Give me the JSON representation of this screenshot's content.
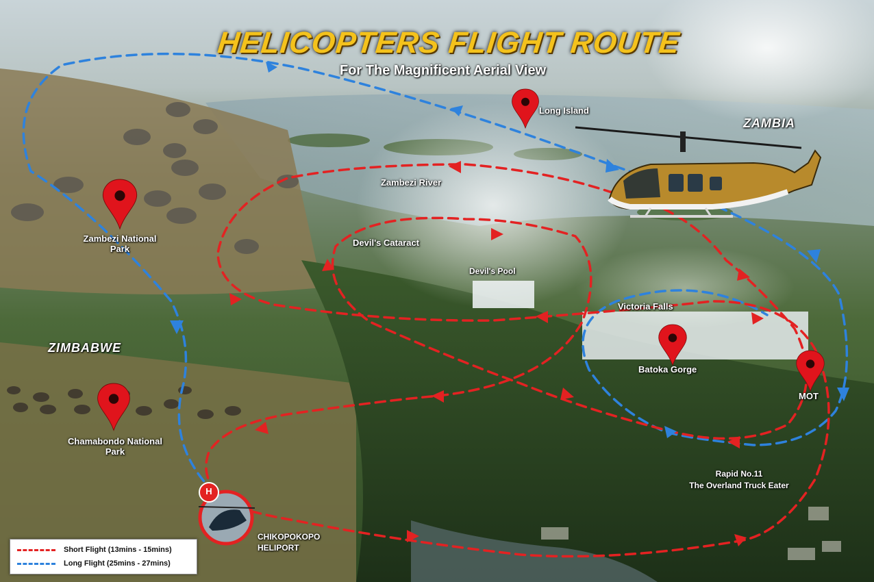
{
  "title": "HELICOPTERS FLIGHT ROUTE",
  "subtitle": "For The Magnificent Aerial View",
  "regions": {
    "zambia": "ZAMBIA",
    "zimbabwe": "ZIMBABWE"
  },
  "places": {
    "long_island": "Long Island",
    "zambezi_river": "Zambezi River",
    "zambezi_np_line1": "Zambezi National",
    "zambezi_np_line2": "Park",
    "devils_cataract": "Devil's Cataract",
    "devils_pool": "Devil's Pool",
    "victoria_falls": "Victoria Falls",
    "batoka_gorge": "Batoka Gorge",
    "mot": "MOT",
    "chamabondo_line1": "Chamabondo National",
    "chamabondo_line2": "Park",
    "rapid_line1": "Rapid No.11",
    "rapid_line2": "The Overland  Truck Eater",
    "heliport_line1": "CHIKOPOKOPO",
    "heliport_line2": "HELIPORT",
    "heliport_mark": "H"
  },
  "legend": {
    "short_flight": "Short Flight  (13mins - 15mins)",
    "long_flight": "Long Flight  (25mins - 27mins)"
  },
  "colors": {
    "short_route": "#e32222",
    "long_route": "#2e82dd",
    "pin": "#e0141c",
    "title": "#f4c21c"
  },
  "icons": {
    "pin": "map-pin-icon",
    "helicopter": "helicopter-icon",
    "heliport": "heliport-icon"
  }
}
